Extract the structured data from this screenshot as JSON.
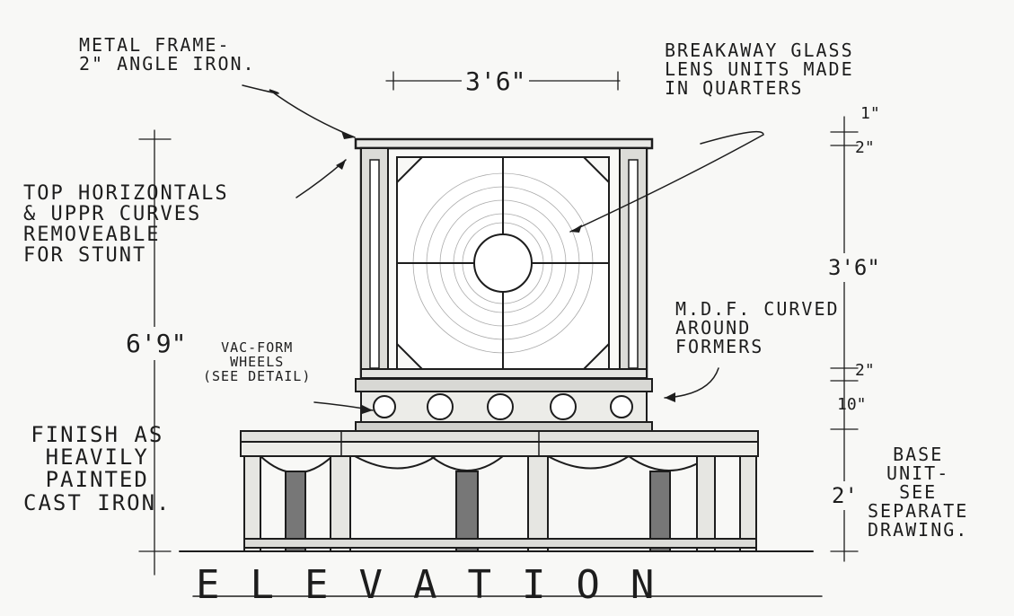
{
  "title": "ELEVATION",
  "annotations": {
    "metal_frame": [
      "METAL FRAME-",
      "2\" ANGLE IRON."
    ],
    "breakaway": [
      "BREAKAWAY GLASS",
      "LENS UNITS MADE",
      "IN QUARTERS"
    ],
    "top_horizontals": [
      "TOP HORIZONTALS",
      "& UPPR CURVES",
      "REMOVEABLE",
      "FOR STUNT"
    ],
    "mdf": [
      "M.D.F. CURVED",
      "AROUND",
      "FORMERS"
    ],
    "vac_form": [
      "VAC-FORM",
      "WHEELS",
      "(SEE DETAIL)"
    ],
    "finish": [
      "FINISH AS",
      "HEAVILY",
      "PAINTED",
      "CAST IRON."
    ],
    "base_unit": [
      "BASE",
      "UNIT-",
      "SEE",
      "SEPARATE",
      "DRAWING."
    ]
  },
  "dimensions": {
    "width_top": "3'6\"",
    "overall_height": "6'9\"",
    "d_1": "1\"",
    "d_2_top": "2\"",
    "d_lens": "3'6\"",
    "d_2_mid": "2\"",
    "d_10": "10\"",
    "d_base": "2'"
  },
  "colors": {
    "ink": "#1d1d1d",
    "paper": "#f8f8f6"
  }
}
